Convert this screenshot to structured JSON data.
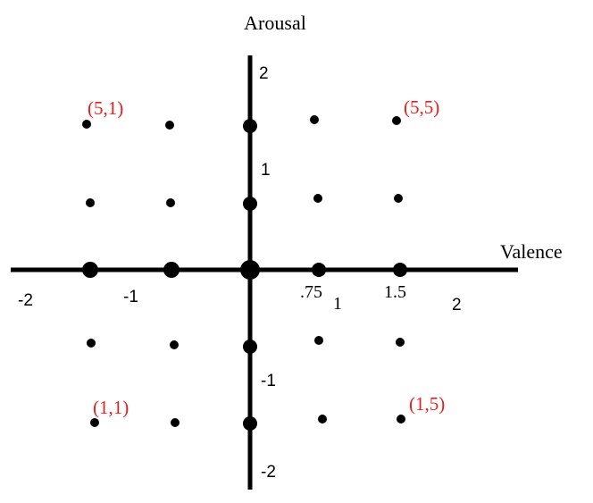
{
  "axes": {
    "x_title": "Valence",
    "y_title": "Arousal",
    "x_ticks": [
      "-2",
      "-1",
      ".75",
      "1",
      "1.5",
      "2"
    ],
    "y_ticks": [
      "2",
      "1",
      "-1",
      "-2"
    ]
  },
  "grid": {
    "columns": 5,
    "rows": 5,
    "corner_labels": [
      "(5,1)",
      "(5,5)",
      "(1,1)",
      "(1,5)"
    ]
  },
  "colors": {
    "axis": "#000000",
    "point": "#000000",
    "corner_label": "#e8201c"
  }
}
